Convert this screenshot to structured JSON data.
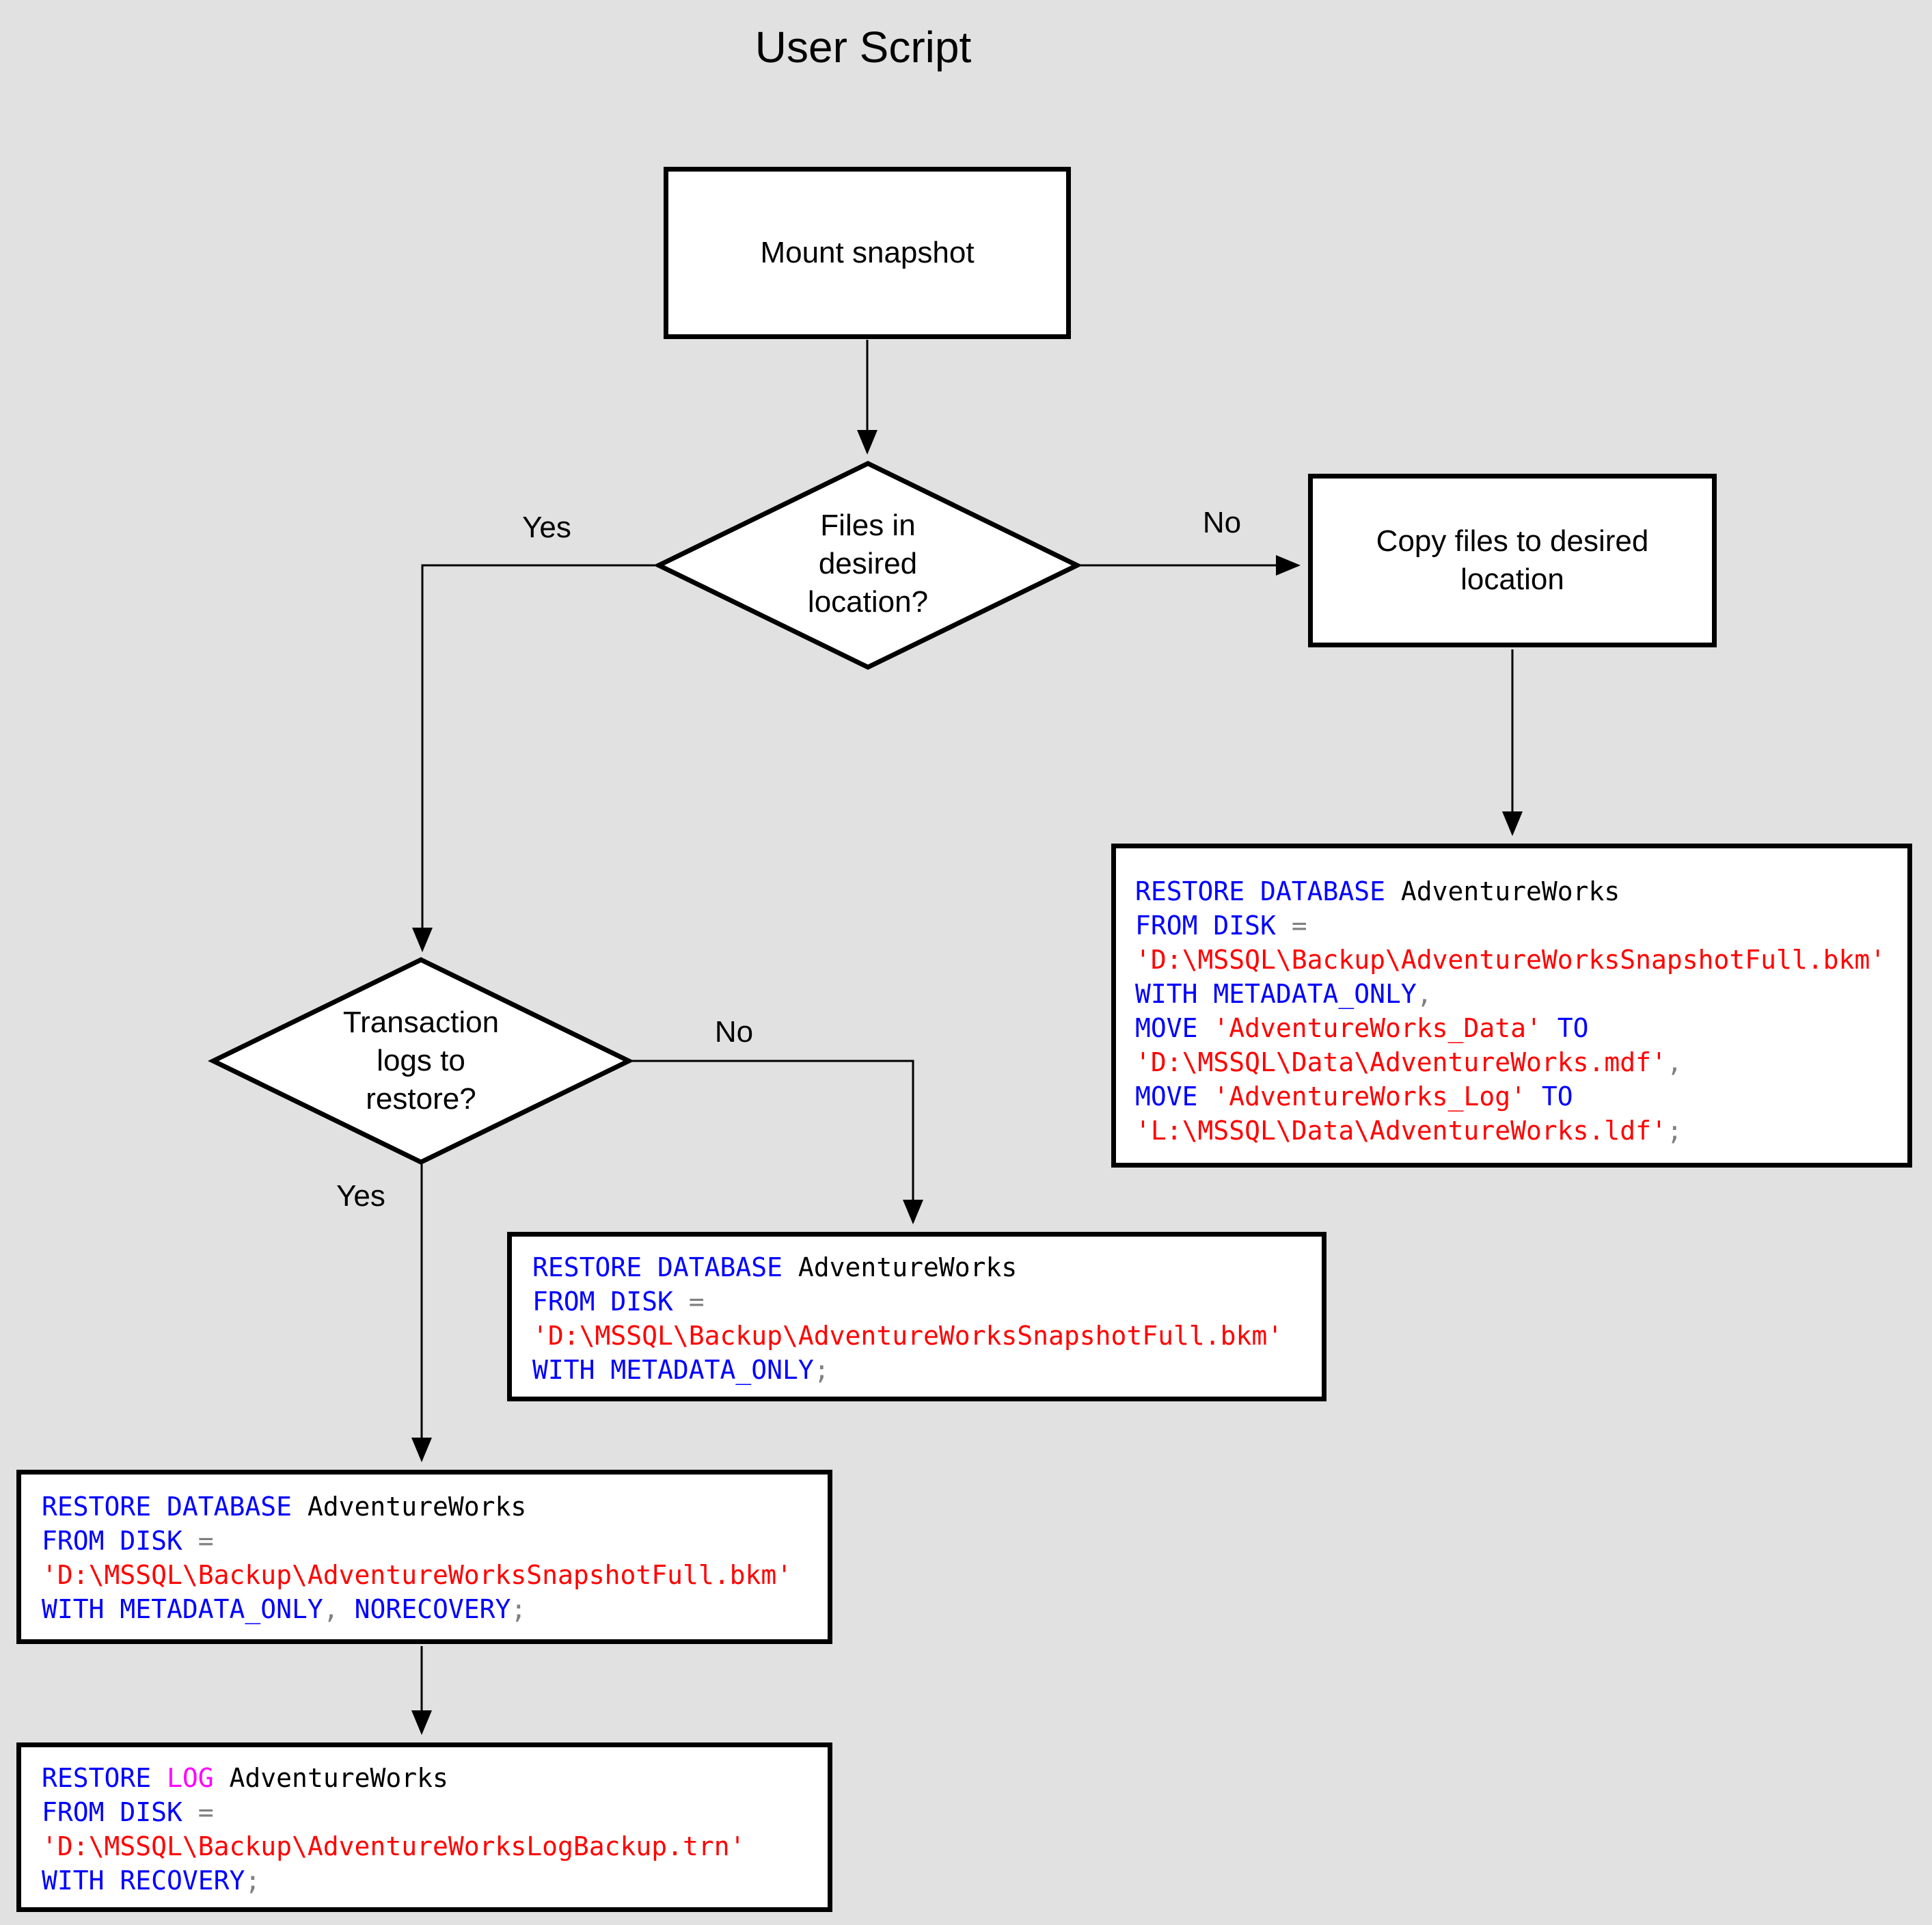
{
  "page": {
    "title": "User Script",
    "background": "#E1E1E1"
  },
  "palette": {
    "keyword": "#0000FF",
    "string": "#FF0000",
    "operator": "#808080",
    "log_keyword": "#FF00FF",
    "identifier": "#000000",
    "shape_fill": "#FFFFFF",
    "shape_border": "#000000"
  },
  "nodes": {
    "mount": {
      "label": "Mount snapshot"
    },
    "copy": {
      "label": "Copy files to desired location"
    },
    "decision_files": {
      "lines": [
        "Files in",
        "desired",
        "location?"
      ]
    },
    "decision_logs": {
      "lines": [
        "Transaction",
        "logs to",
        "restore?"
      ]
    }
  },
  "edges": {
    "files_yes": "Yes",
    "files_no": "No",
    "logs_yes": "Yes",
    "logs_no": "No"
  },
  "code_blocks": {
    "copy_restore": {
      "lines": [
        [
          {
            "t": "RESTORE DATABASE",
            "c": "kw"
          },
          {
            "t": " AdventureWorks",
            "c": "id"
          }
        ],
        [
          {
            "t": "FROM DISK",
            "c": "kw"
          },
          {
            "t": " =",
            "c": "op"
          }
        ],
        [
          {
            "t": "'D:\\MSSQL\\Backup\\AdventureWorksSnapshotFull.bkm'",
            "c": "str"
          }
        ],
        [
          {
            "t": "WITH METADATA_ONLY",
            "c": "kw"
          },
          {
            "t": ",",
            "c": "op"
          }
        ],
        [
          {
            "t": "MOVE",
            "c": "kw"
          },
          {
            "t": " 'AdventureWorks_Data'",
            "c": "str"
          },
          {
            "t": " TO",
            "c": "kw"
          }
        ],
        [
          {
            "t": "'D:\\MSSQL\\Data\\AdventureWorks.mdf'",
            "c": "str"
          },
          {
            "t": ",",
            "c": "op"
          }
        ],
        [
          {
            "t": "MOVE",
            "c": "kw"
          },
          {
            "t": " 'AdventureWorks_Log'",
            "c": "str"
          },
          {
            "t": " TO",
            "c": "kw"
          }
        ],
        [
          {
            "t": "'L:\\MSSQL\\Data\\AdventureWorks.ldf'",
            "c": "str"
          },
          {
            "t": ";",
            "c": "op"
          }
        ]
      ]
    },
    "no_logs_restore": {
      "lines": [
        [
          {
            "t": "RESTORE DATABASE",
            "c": "kw"
          },
          {
            "t": " AdventureWorks",
            "c": "id"
          }
        ],
        [
          {
            "t": "FROM DISK",
            "c": "kw"
          },
          {
            "t": " =",
            "c": "op"
          }
        ],
        [
          {
            "t": "'D:\\MSSQL\\Backup\\AdventureWorksSnapshotFull.bkm'",
            "c": "str"
          }
        ],
        [
          {
            "t": "WITH METADATA_ONLY",
            "c": "kw"
          },
          {
            "t": ";",
            "c": "op"
          }
        ]
      ]
    },
    "norecovery_restore": {
      "lines": [
        [
          {
            "t": "RESTORE DATABASE",
            "c": "kw"
          },
          {
            "t": " AdventureWorks",
            "c": "id"
          }
        ],
        [
          {
            "t": "FROM DISK",
            "c": "kw"
          },
          {
            "t": " =",
            "c": "op"
          }
        ],
        [
          {
            "t": "'D:\\MSSQL\\Backup\\AdventureWorksSnapshotFull.bkm'",
            "c": "str"
          }
        ],
        [
          {
            "t": "WITH METADATA_ONLY",
            "c": "kw"
          },
          {
            "t": ",",
            "c": "op"
          },
          {
            "t": " NORECOVERY",
            "c": "kw"
          },
          {
            "t": ";",
            "c": "op"
          }
        ]
      ]
    },
    "log_restore": {
      "lines": [
        [
          {
            "t": "RESTORE",
            "c": "kw"
          },
          {
            "t": " LOG",
            "c": "log"
          },
          {
            "t": " AdventureWorks",
            "c": "id"
          }
        ],
        [
          {
            "t": "FROM DISK",
            "c": "kw"
          },
          {
            "t": " =",
            "c": "op"
          }
        ],
        [
          {
            "t": "'D:\\MSSQL\\Backup\\AdventureWorksLogBackup.trn'",
            "c": "str"
          }
        ],
        [
          {
            "t": "WITH RECOVERY",
            "c": "kw"
          },
          {
            "t": ";",
            "c": "op"
          }
        ]
      ]
    }
  }
}
